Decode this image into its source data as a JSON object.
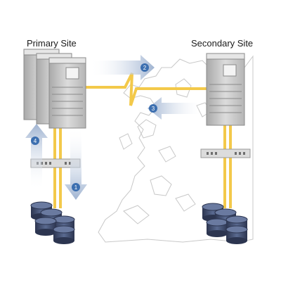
{
  "primary_site": {
    "label": "Primary Site",
    "server_icon": "server-rack-icon",
    "database_icon": "database-stack-icon"
  },
  "secondary_site": {
    "label": "Secondary Site",
    "server_icon": "server-rack-icon",
    "database_icon": "database-stack-icon"
  },
  "flow_steps": [
    {
      "number": "1",
      "direction": "down"
    },
    {
      "number": "2",
      "direction": "right"
    },
    {
      "number": "3",
      "direction": "left"
    },
    {
      "number": "4",
      "direction": "up"
    }
  ],
  "colors": {
    "link": "#f3c94a",
    "arrow": "#aebfd6",
    "badge": "#3c6fb0",
    "server": "#c9c9c9",
    "database": "#3e4a68",
    "map_outline": "#c8c8c8"
  }
}
